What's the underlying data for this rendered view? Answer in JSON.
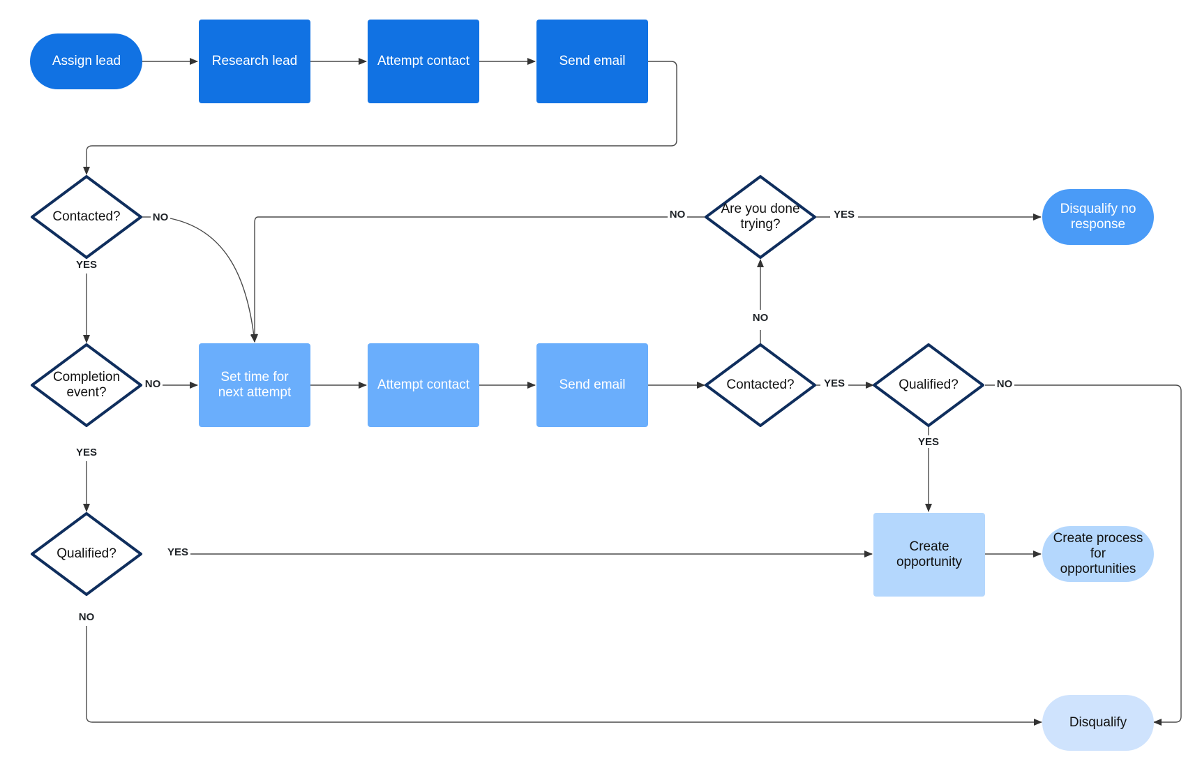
{
  "colors": {
    "dark_blue": "#1172e3",
    "mid_blue": "#6aaefc",
    "light_blue": "#b4d7fd",
    "pale_blue": "#cfe3fd",
    "decision_stroke": "#0f2e5d",
    "white_text": "#ffffff",
    "dark_text": "#111111"
  },
  "nodes": {
    "assign_lead": "Assign lead",
    "research_lead": "Research lead",
    "attempt_contact_1": "Attempt contact",
    "send_email_1": "Send email",
    "contacted_1": "Contacted?",
    "completion_event": [
      "Completion",
      "event?"
    ],
    "qualified_1": "Qualified?",
    "set_time": [
      "Set time for",
      "next attempt"
    ],
    "attempt_contact_2": "Attempt contact",
    "send_email_2": "Send email",
    "are_you_done": [
      "Are you done",
      "trying?"
    ],
    "contacted_2": "Contacted?",
    "qualified_2": "Qualified?",
    "disqualify_no_response": [
      "Disqualify no",
      "response"
    ],
    "create_opportunity": [
      "Create",
      "opportunity"
    ],
    "create_process": [
      "Create process",
      "for",
      "opportunities"
    ],
    "disqualify": "Disqualify"
  },
  "edge_labels": {
    "contacted1_no": "NO",
    "contacted1_yes": "YES",
    "completion_no": "NO",
    "completion_yes": "YES",
    "qualified1_yes": "YES",
    "qualified1_no": "NO",
    "done_no": "NO",
    "done_yes": "YES",
    "contacted2_no": "NO",
    "contacted2_yes": "YES",
    "qualified2_no": "NO",
    "qualified2_yes": "YES"
  }
}
